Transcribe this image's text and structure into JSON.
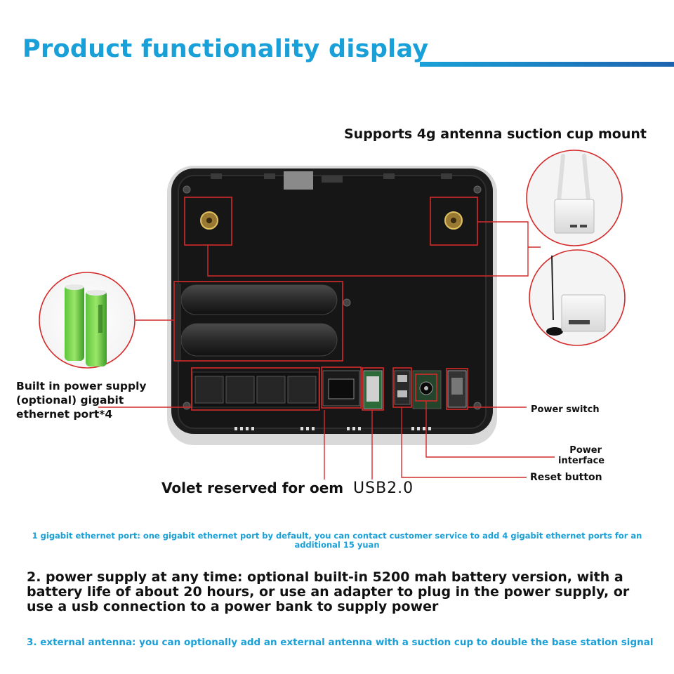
{
  "header": {
    "title": "Product functionality display"
  },
  "callouts": {
    "antenna_mount": "Supports 4g antenna suction cup mount",
    "builtin_power": "Built in power supply (optional) gigabit ethernet port*4",
    "power_switch": "Power switch",
    "power_interface": "Power interface",
    "reset_button": "Reset button",
    "volet_oem": "Volet reserved for oem",
    "usb": "USB2.0"
  },
  "notes": {
    "note1": "1 gigabit ethernet port: one gigabit ethernet port by default, you can contact customer service to add 4 gigabit ethernet ports for an additional 15 yuan",
    "note2": "2. power supply at any time: optional built-in 5200 mah battery version, with a battery life of about 20 hours, or use an adapter to plug in the power supply, or use a usb connection to a power bank to supply power",
    "note3": "3. external antenna: you can optionally add an external antenna with a suction cup to double the base station signal"
  },
  "colors": {
    "accent": "#1aa0d8",
    "accent_dark": "#1c63b0",
    "highlight": "#d42a2a"
  }
}
